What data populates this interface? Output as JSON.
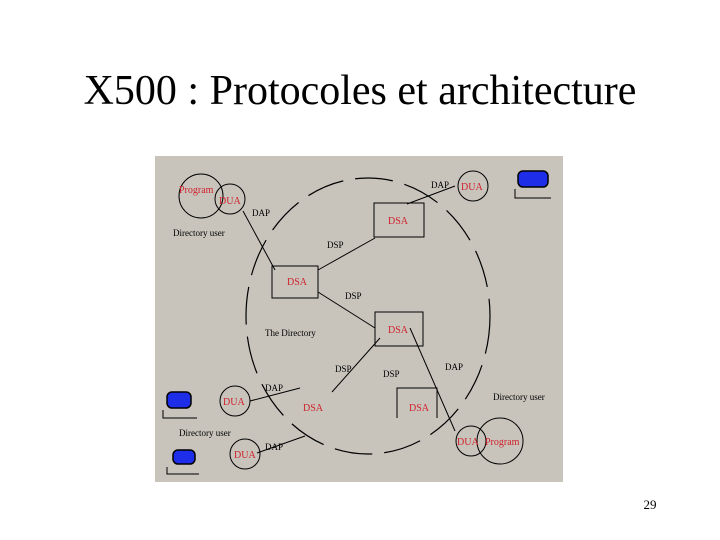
{
  "slide": {
    "title": "X500 : Protocoles et architecture",
    "page_number": "29"
  },
  "diagram": {
    "background_color": "#c8c4bc",
    "accent_color": "#d0202a",
    "screen_color": "#1e2ee8",
    "directory_label": "The Directory",
    "directory_user_label": "Directory user",
    "program_label": "Program",
    "dua_label": "DUA",
    "dsa_label": "DSA",
    "dap_label": "DAP",
    "dsp_label": "DSP"
  }
}
